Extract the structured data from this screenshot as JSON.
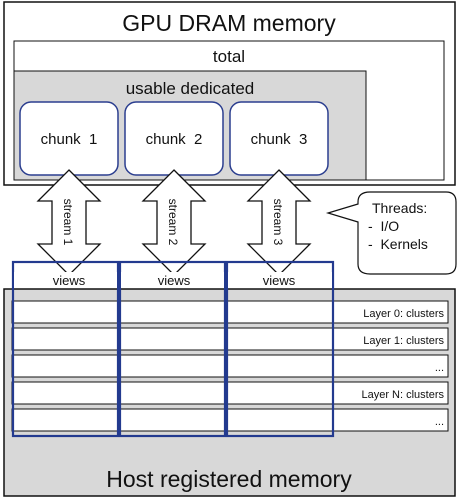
{
  "gpu": {
    "title": "GPU DRAM memory",
    "total_label": "total",
    "usable_label": "usable dedicated"
  },
  "chunks": [
    {
      "label": "chunk  1"
    },
    {
      "label": "chunk  2"
    },
    {
      "label": "chunk  3"
    }
  ],
  "streams": [
    {
      "label": "stream 1"
    },
    {
      "label": "stream 2"
    },
    {
      "label": "stream 3"
    }
  ],
  "views_label": "views",
  "threads": {
    "title": "Threads:",
    "items": [
      "-  I/O",
      "-  Kernels"
    ]
  },
  "host": {
    "title": "Host registered memory"
  },
  "rows": [
    "Layer 0: clusters",
    "Layer 1: clusters",
    "...",
    "Layer N: clusters",
    "..."
  ],
  "colors": {
    "gray_fill": "#d8d8d8",
    "view_blue": "#233a8f",
    "border": "#111111"
  }
}
